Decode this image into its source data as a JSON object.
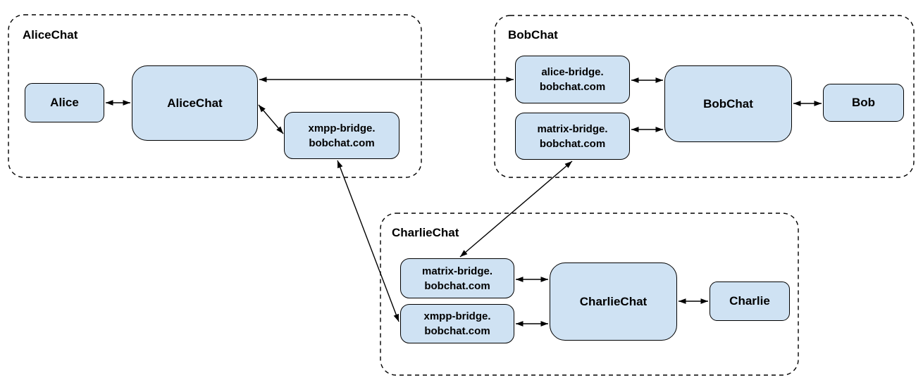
{
  "colors": {
    "canvas_bg": "#ffffff",
    "node_fill": "#cfe2f3",
    "node_border": "#000000",
    "line_color": "#000000",
    "text_color": "#000000"
  },
  "groups": [
    {
      "id": "alicechat-group",
      "label": "AliceChat"
    },
    {
      "id": "bobchat-group",
      "label": "BobChat"
    },
    {
      "id": "charliechat-group",
      "label": "CharlieChat"
    }
  ],
  "nodes": [
    {
      "id": "alice",
      "group": "alicechat-group",
      "label": "Alice"
    },
    {
      "id": "alicechat-server",
      "group": "alicechat-group",
      "label": "AliceChat"
    },
    {
      "id": "xmpp-bridge-alicechat",
      "group": "alicechat-group",
      "label": "xmpp-bridge.\nbobchat.com"
    },
    {
      "id": "alice-bridge-bobchat",
      "group": "bobchat-group",
      "label": "alice-bridge.\nbobchat.com"
    },
    {
      "id": "matrix-bridge-bobchat",
      "group": "bobchat-group",
      "label": "matrix-bridge.\nbobchat.com"
    },
    {
      "id": "bobchat-server",
      "group": "bobchat-group",
      "label": "BobChat"
    },
    {
      "id": "bob",
      "group": "bobchat-group",
      "label": "Bob"
    },
    {
      "id": "matrix-bridge-charliechat",
      "group": "charliechat-group",
      "label": "matrix-bridge.\nbobchat.com"
    },
    {
      "id": "xmpp-bridge-charliechat",
      "group": "charliechat-group",
      "label": "xmpp-bridge.\nbobchat.com"
    },
    {
      "id": "charliechat-server",
      "group": "charliechat-group",
      "label": "CharlieChat"
    },
    {
      "id": "charlie",
      "group": "charliechat-group",
      "label": "Charlie"
    }
  ],
  "edges": [
    {
      "from": "alice",
      "to": "alicechat-server",
      "bidirectional": true
    },
    {
      "from": "alicechat-server",
      "to": "alice-bridge-bobchat",
      "bidirectional": true
    },
    {
      "from": "alicechat-server",
      "to": "xmpp-bridge-alicechat",
      "bidirectional": true
    },
    {
      "from": "alice-bridge-bobchat",
      "to": "bobchat-server",
      "bidirectional": true
    },
    {
      "from": "matrix-bridge-bobchat",
      "to": "bobchat-server",
      "bidirectional": true
    },
    {
      "from": "bobchat-server",
      "to": "bob",
      "bidirectional": true
    },
    {
      "from": "matrix-bridge-bobchat",
      "to": "matrix-bridge-charliechat",
      "bidirectional": true
    },
    {
      "from": "xmpp-bridge-alicechat",
      "to": "xmpp-bridge-charliechat",
      "bidirectional": true
    },
    {
      "from": "matrix-bridge-charliechat",
      "to": "charliechat-server",
      "bidirectional": true
    },
    {
      "from": "xmpp-bridge-charliechat",
      "to": "charliechat-server",
      "bidirectional": true
    },
    {
      "from": "charliechat-server",
      "to": "charlie",
      "bidirectional": true
    }
  ]
}
